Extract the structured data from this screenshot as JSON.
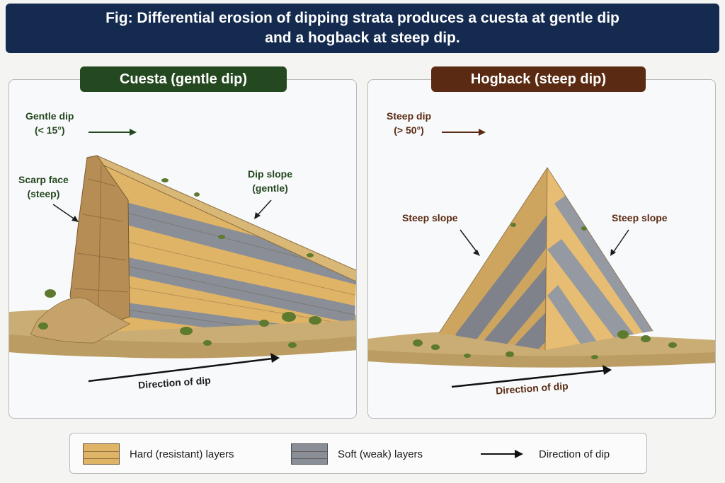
{
  "title": {
    "line1": "Fig: Differential erosion of dipping strata produces a cuesta at gentle dip",
    "line2": "and a hogback at steep dip."
  },
  "cuesta": {
    "header": "Cuesta (gentle dip)",
    "dip_line1": "Gentle dip",
    "dip_line2": "(< 15°)",
    "scarp_line1": "Scarp face",
    "scarp_line2": "(steep)",
    "dipslope_line1": "Dip slope",
    "dipslope_line2": "(gentle)",
    "direction": "Direction of dip"
  },
  "hogback": {
    "header": "Hogback (steep dip)",
    "dip_line1": "Steep dip",
    "dip_line2": "(> 50°)",
    "slope_left": "Steep slope",
    "slope_right": "Steep slope",
    "direction": "Direction of dip"
  },
  "legend": {
    "hard": "Hard (resistant) layers",
    "soft": "Soft (weak) layers",
    "arrow": "Direction of dip"
  },
  "colors": {
    "title_bg": "#142a4f",
    "cuesta_header": "#24481f",
    "hogback_header": "#5a2b12",
    "hard_layer": "#e0b466",
    "soft_layer": "#8a8e96",
    "ground": "#c9ad74",
    "vegetation": "#5d7a2e"
  }
}
